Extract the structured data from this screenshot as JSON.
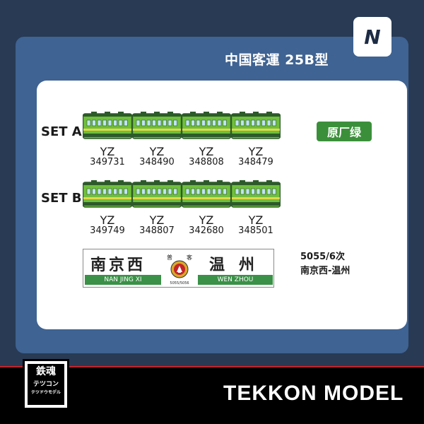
{
  "header": {
    "title": "中国客運 25B型",
    "scale_badge": "N"
  },
  "sets": [
    {
      "label": "SET A",
      "cars": [
        {
          "type": "YZ",
          "number": "349731"
        },
        {
          "type": "YZ",
          "number": "348490"
        },
        {
          "type": "YZ",
          "number": "348808"
        },
        {
          "type": "YZ",
          "number": "348479"
        }
      ]
    },
    {
      "label": "SET B",
      "cars": [
        {
          "type": "YZ",
          "number": "349749"
        },
        {
          "type": "YZ",
          "number": "348807"
        },
        {
          "type": "YZ",
          "number": "342680"
        },
        {
          "type": "YZ",
          "number": "348501"
        }
      ]
    }
  ],
  "color_badge": "原厂绿",
  "destination_board": {
    "from_cn": "南京西",
    "from_en": "NAN JING XI",
    "to_cn": "温州",
    "to_en": "WEN ZHOU",
    "emblem_top_left": "普",
    "emblem_top_right": "客",
    "emblem_number": "5055/5056"
  },
  "route": {
    "train_no": "5055/6次",
    "route_text": "南京西-温州"
  },
  "brand": {
    "name": "TEKKON MODEL",
    "logo_line1": "鉄魂",
    "logo_line2": "テツコン",
    "logo_line3": "テツドウモデル"
  },
  "colors": {
    "background": "#283a54",
    "panel": "#3f6392",
    "car_green": "#6fbf3b",
    "car_dark": "#2d5a2a",
    "badge_green": "#3b8f3a",
    "accent_red": "#c4242a"
  }
}
